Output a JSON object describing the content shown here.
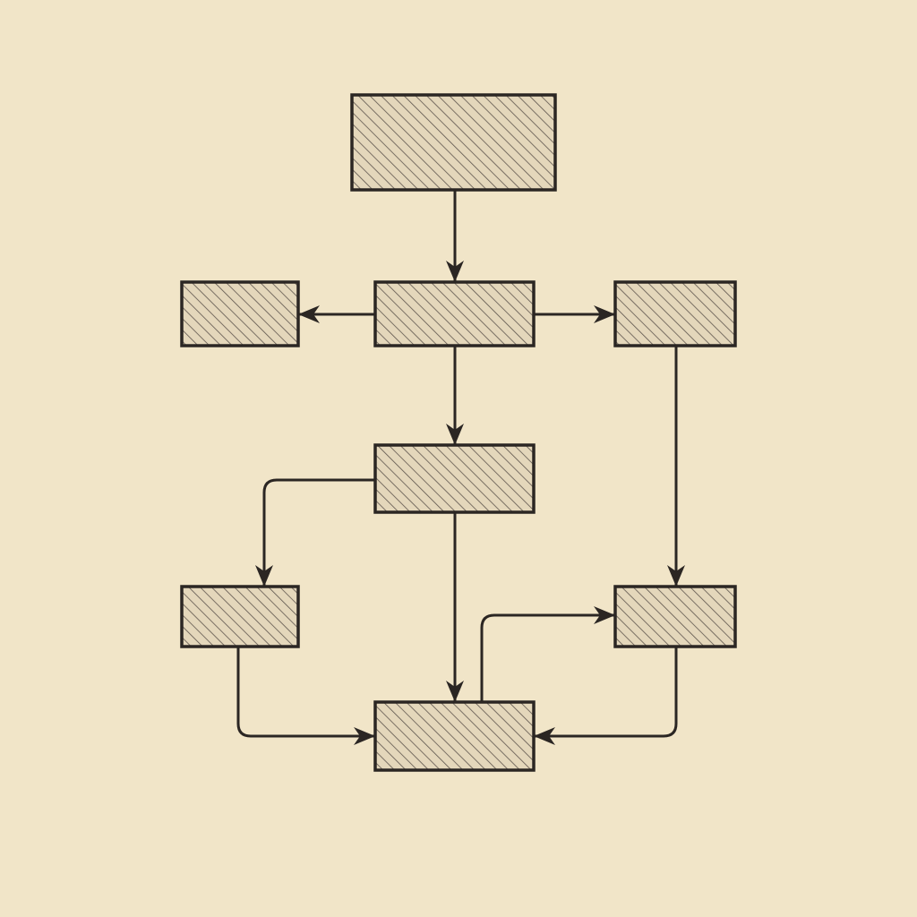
{
  "diagram": {
    "nodes": [
      {
        "id": "n1"
      },
      {
        "id": "n2"
      },
      {
        "id": "n3"
      },
      {
        "id": "n4"
      },
      {
        "id": "n5"
      },
      {
        "id": "n6"
      },
      {
        "id": "n7"
      },
      {
        "id": "n8"
      }
    ],
    "edges": [
      {
        "from": "n1",
        "to": "n3"
      },
      {
        "from": "n3",
        "to": "n2"
      },
      {
        "from": "n3",
        "to": "n4"
      },
      {
        "from": "n3",
        "to": "n5"
      },
      {
        "from": "n4",
        "to": "n7"
      },
      {
        "from": "n5",
        "to": "n6"
      },
      {
        "from": "n5",
        "to": "n8"
      },
      {
        "from": "n6",
        "to": "n8"
      },
      {
        "from": "n8",
        "to": "n7"
      },
      {
        "from": "n7",
        "to": "n8"
      }
    ]
  },
  "colors": {
    "background": "#f1e5c8",
    "box_fill": "#e4d7bb",
    "ink": "#2b2623"
  }
}
